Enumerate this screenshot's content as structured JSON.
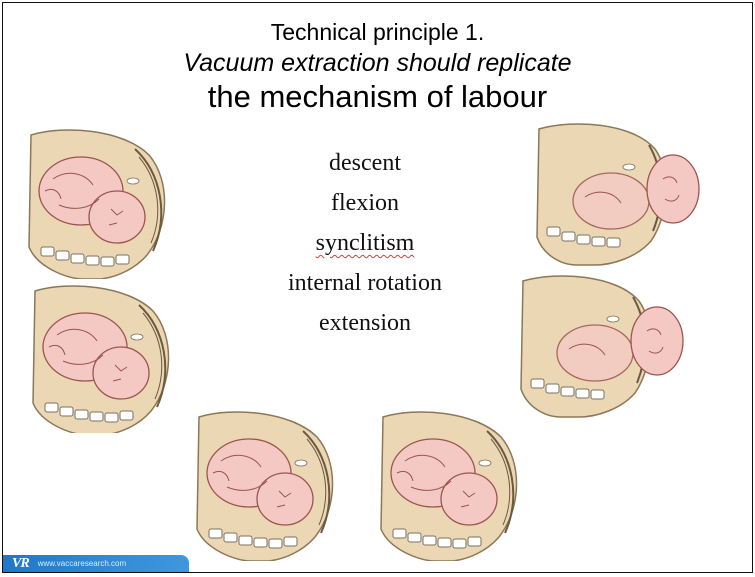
{
  "slide": {
    "title_line1": "Technical principle 1.",
    "title_line2": "Vacuum extraction should replicate",
    "title_line3": "the mechanism of labour"
  },
  "stages": [
    {
      "label": "descent"
    },
    {
      "label": "flexion"
    },
    {
      "label": "synclitism"
    },
    {
      "label": "internal rotation"
    },
    {
      "label": "extension"
    }
  ],
  "illustrations": [
    {
      "icon": "fetus-descent-illustration"
    },
    {
      "icon": "fetus-flexion-illustration"
    },
    {
      "icon": "fetus-synclitism-illustration"
    },
    {
      "icon": "fetus-internal-rotation-illustration"
    },
    {
      "icon": "fetus-extension-illustration"
    },
    {
      "icon": "fetus-crowning-illustration"
    }
  ],
  "footer": {
    "logo": "VR",
    "url": "www.vaccaresearch.com"
  },
  "colors": {
    "fetus_fill": "#f4c9c4",
    "fetus_outline": "#9a5550",
    "uterus_fill": "#ecd7b4",
    "uterus_outline": "#8a7858",
    "footer_blue": "#2a86d3"
  }
}
